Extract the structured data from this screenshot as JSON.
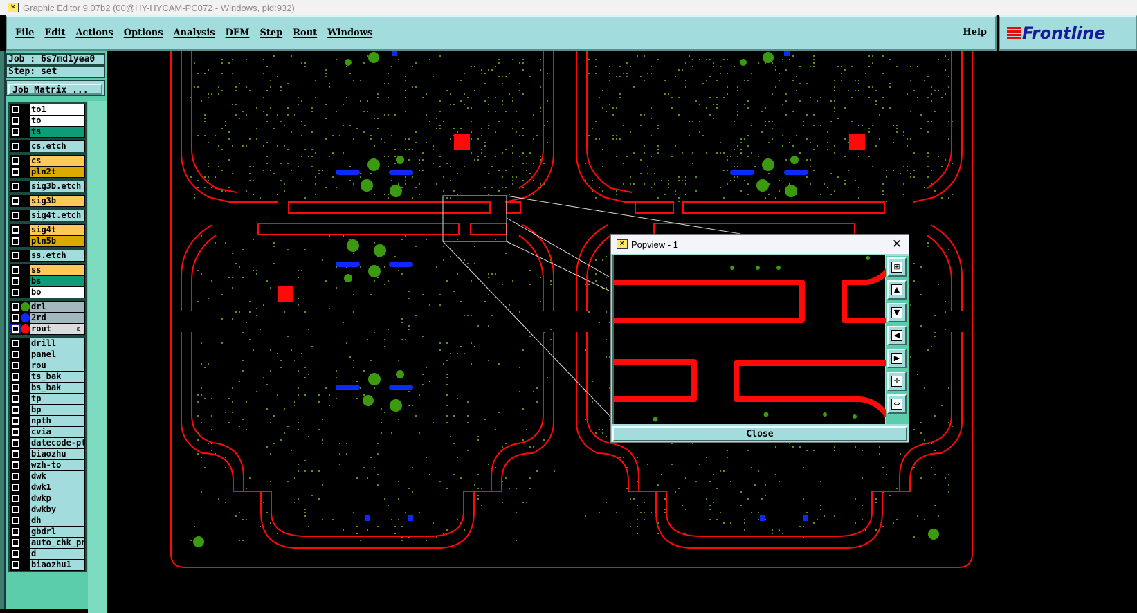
{
  "window": {
    "title": "Graphic Editor 9.07b2 (00@HY-HYCAM-PC072 - Windows, pid:932)"
  },
  "menu": {
    "items": [
      "File",
      "Edit",
      "Actions",
      "Options",
      "Analysis",
      "DFM",
      "Step",
      "Rout",
      "Windows"
    ],
    "help": "Help",
    "logo": "Frontline"
  },
  "job": {
    "label": "Job : 6s7md1yea0",
    "step": "Step: set",
    "matrix_button": "Job Matrix ..."
  },
  "layers": [
    [
      {
        "name": "to1",
        "color": "#ffffff"
      },
      {
        "name": "to",
        "color": "#ffffff"
      },
      {
        "name": "ts",
        "color": "#0e9c78"
      }
    ],
    [
      {
        "name": "cs.etch",
        "color": "#a2dcdc"
      }
    ],
    [
      {
        "name": "cs",
        "color": "#ffc95a"
      },
      {
        "name": "pln2t",
        "color": "#dba900"
      }
    ],
    [
      {
        "name": "sig3b.etch",
        "color": "#a2dcdc"
      }
    ],
    [
      {
        "name": "sig3b",
        "color": "#ffc95a"
      }
    ],
    [
      {
        "name": "sig4t.etch",
        "color": "#a2dcdc"
      }
    ],
    [
      {
        "name": "sig4t",
        "color": "#ffc95a"
      },
      {
        "name": "pln5b",
        "color": "#dba900"
      }
    ],
    [
      {
        "name": "ss.etch",
        "color": "#a2dcdc"
      }
    ],
    [
      {
        "name": "ss",
        "color": "#ffc95a"
      },
      {
        "name": "bs",
        "color": "#0e9c78"
      },
      {
        "name": "bo",
        "color": "#ffffff"
      }
    ],
    [
      {
        "name": "drl",
        "color": "#a2b8bf",
        "dot": "#3c9a10"
      },
      {
        "name": "2rd",
        "color": "#a2b8bf",
        "dot": "#0a2aff"
      },
      {
        "name": "rout",
        "color": "#dcdcdc",
        "dot": "#ff0a0a",
        "active": true
      }
    ],
    [
      {
        "name": "drill",
        "color": "#a2dcdc"
      },
      {
        "name": "panel",
        "color": "#a2dcdc"
      },
      {
        "name": "rou",
        "color": "#a2dcdc"
      },
      {
        "name": "ts_bak",
        "color": "#a2dcdc"
      },
      {
        "name": "bs_bak",
        "color": "#a2dcdc"
      },
      {
        "name": "tp",
        "color": "#a2dcdc"
      },
      {
        "name": "bp",
        "color": "#a2dcdc"
      },
      {
        "name": "npth",
        "color": "#a2dcdc"
      },
      {
        "name": "cvia",
        "color": "#a2dcdc"
      },
      {
        "name": "datecode-pte",
        "color": "#a2dcdc"
      },
      {
        "name": "biaozhu",
        "color": "#a2dcdc"
      },
      {
        "name": "wzh-to",
        "color": "#a2dcdc"
      },
      {
        "name": "dwk",
        "color": "#a2dcdc"
      },
      {
        "name": "dwk1",
        "color": "#a2dcdc"
      },
      {
        "name": "dwkp",
        "color": "#a2dcdc"
      },
      {
        "name": "dwkby",
        "color": "#a2dcdc"
      },
      {
        "name": "dh",
        "color": "#a2dcdc"
      },
      {
        "name": "gbdrl",
        "color": "#a2dcdc"
      },
      {
        "name": "auto_chk_pnl",
        "color": "#a2dcdc"
      },
      {
        "name": "d",
        "color": "#a2dcdc"
      },
      {
        "name": "biaozhu1",
        "color": "#a2dcdc"
      }
    ]
  ],
  "popview": {
    "title": "Popview - 1",
    "close_label": "Close",
    "tools": [
      "zoom-home-icon",
      "pan-up-icon",
      "pan-down-icon",
      "pan-left-icon",
      "pan-right-icon",
      "zoom-in-icon",
      "zoom-out-icon"
    ],
    "tool_glyphs": [
      "⊞",
      "▲",
      "▼",
      "◀",
      "▶",
      "✛",
      "⇔"
    ]
  },
  "colors": {
    "rout": "#ff0a0a",
    "drill": "#3c9a10",
    "slot": "#0a2aff",
    "smd": "#7ab020"
  }
}
